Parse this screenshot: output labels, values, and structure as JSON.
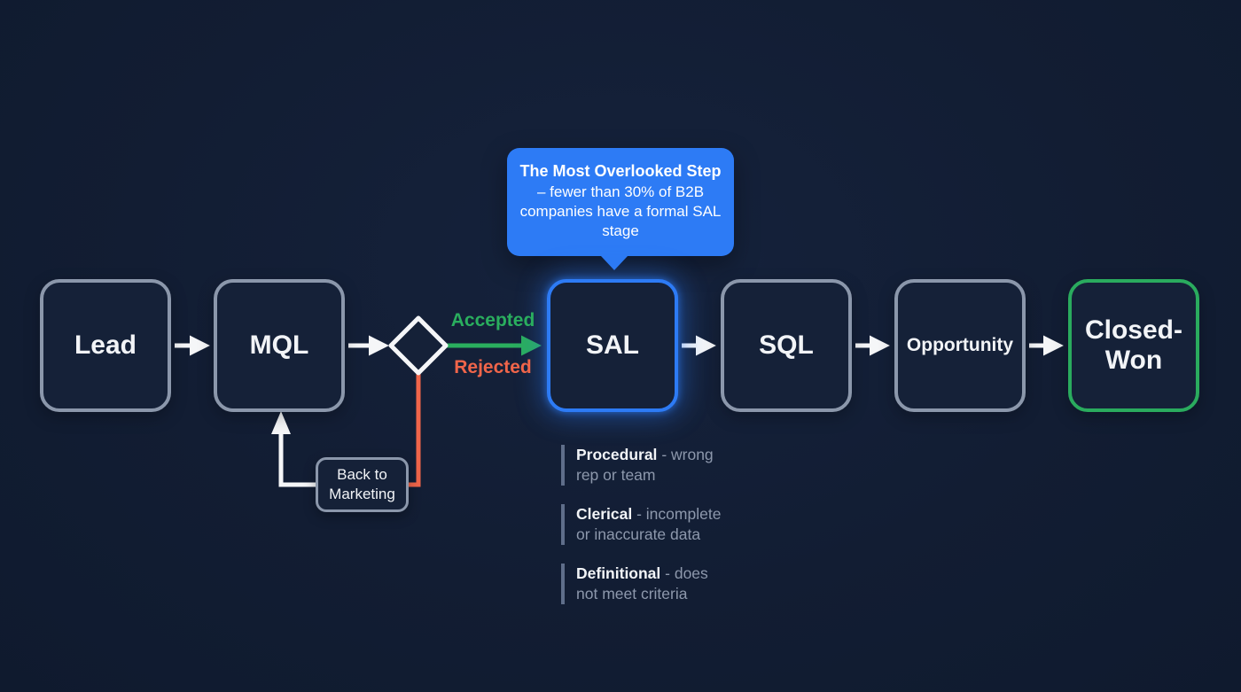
{
  "palette": {
    "background": "#121d33",
    "box_fill": "#152138",
    "box_border_gray": "#8b97ab",
    "accent_blue": "#2d7bf5",
    "accent_green": "#2aae5e",
    "accent_orange": "#f0654a",
    "connector_white": "#f5f6f8",
    "text_primary": "#f2f4f7",
    "text_muted": "#8d98ac",
    "reason_bar": "#5f6e8a"
  },
  "callout": {
    "title": "The Most Overlooked Step",
    "body": "– fewer than 30% of B2B companies have a formal SAL stage"
  },
  "stages": [
    {
      "id": "lead",
      "label": "Lead"
    },
    {
      "id": "mql",
      "label": "MQL"
    },
    {
      "id": "sal",
      "label": "SAL",
      "highlight": "blue-glow"
    },
    {
      "id": "sql",
      "label": "SQL"
    },
    {
      "id": "opportunity",
      "label": "Opportunity"
    },
    {
      "id": "closed-won",
      "label": "Closed-Won",
      "highlight": "green"
    }
  ],
  "decision": {
    "accepted_label": "Accepted",
    "rejected_label": "Rejected"
  },
  "loop_box": {
    "label": "Back to Marketing"
  },
  "rejection_reasons": [
    {
      "term": "Procedural",
      "description": "- wrong rep or team"
    },
    {
      "term": "Clerical",
      "description": "- incomplete or inaccurate data"
    },
    {
      "term": "Definitional",
      "description": "- does not meet criteria"
    }
  ]
}
